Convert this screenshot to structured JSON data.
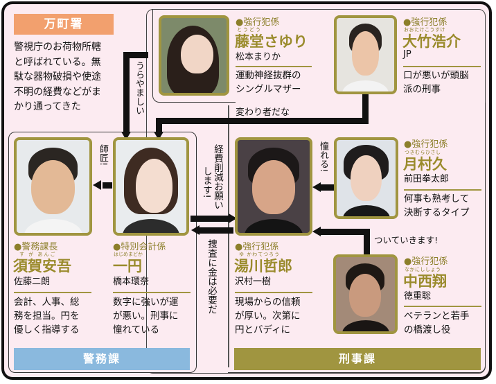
{
  "station": {
    "name": "万町署",
    "header_color": "#f2a06e",
    "description": [
      "警視庁のお荷物所轄",
      "と呼ばれている。無",
      "駄な器物破損や使途",
      "不明の経費などがま",
      "かり通ってきた"
    ]
  },
  "departments": {
    "general_affairs": {
      "label": "警務課",
      "color": "#8ab9de"
    },
    "criminal": {
      "label": "刑事課",
      "color": "#a09540"
    }
  },
  "characters": {
    "todo": {
      "role": "●強行犯係",
      "ruby": "とうどう",
      "name": "藤堂さゆり",
      "actor": "松本まりか",
      "description": [
        "運動神経抜群の",
        "シングルマザー"
      ]
    },
    "otake": {
      "role": "●強行犯係",
      "ruby": "おおたけこうすけ",
      "name": "大竹浩介",
      "actor": "JP",
      "description": [
        "口が悪いが頭脳",
        "派の刑事"
      ]
    },
    "suga": {
      "role": "●警務課長",
      "ruby": "す が あんご",
      "name": "須賀安吾",
      "actor": "佐藤二朗",
      "description": [
        "会計、人事、総",
        "務を担当。円を",
        "優しく指導する"
      ]
    },
    "ichien": {
      "role": "●特別会計係",
      "ruby": "はじめまどか",
      "name": "一円",
      "actor": "橋本環奈",
      "description": [
        "数字に強いが運",
        "が悪い。刑事に",
        "憧れている"
      ]
    },
    "yukawa": {
      "role": "●強行犯係",
      "ruby": "ゆ かわてつろう",
      "name": "湯川哲郎",
      "actor": "沢村一樹",
      "description": [
        "現場からの信頼",
        "が厚い。次第に",
        "円とバディに"
      ]
    },
    "tsukimura": {
      "role": "●強行犯係",
      "ruby": "つきむらひさし",
      "name": "月村久",
      "actor": "前田拳太郎",
      "description": [
        "何事も熟考して",
        "決断するタイプ"
      ]
    },
    "nakanishi": {
      "role": "●強行犯係",
      "ruby": "なかにししょう",
      "name": "中西翔",
      "actor": "徳重聡",
      "description": [
        "ベテランと若手",
        "の橋渡し役"
      ]
    }
  },
  "relations": {
    "urayamashii": "うらやましい",
    "kawarimono": "変わり者だな",
    "shisho": "師匠!",
    "keihi": "経費削減お願いします!",
    "keihi_col1": "経費削減お願い",
    "keihi_col2": "します!",
    "sousa": "捜査に金は必要だ",
    "akogareru": "憧れる!",
    "tsuite": "ついていきます!"
  },
  "colors": {
    "background": "#fcebf1",
    "accent_gold": "#a09540",
    "name_gold": "#9a8b2c",
    "line": "#111111"
  }
}
